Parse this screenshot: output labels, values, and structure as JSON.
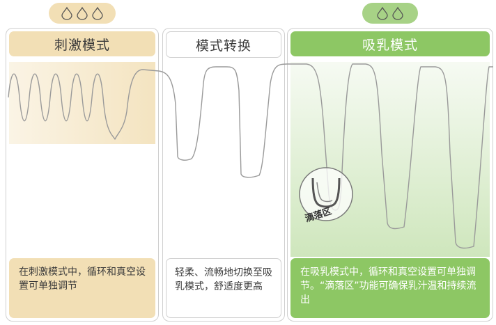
{
  "drops": {
    "stimulation": {
      "count": 3,
      "icon": "water-drop-outline-icon"
    },
    "suction": {
      "count": 2,
      "icon": "water-drop-outline-icon"
    }
  },
  "columns": {
    "stimulation": {
      "title": "刺激模式",
      "description": "在刺激模式中，循环和真空设置可单独调节"
    },
    "transition": {
      "title": "模式转换",
      "description": "轻柔、流畅地切换至吸乳模式，舒适度更高"
    },
    "suction": {
      "title": "吸乳模式",
      "description": "在吸乳模式中，循环和真空设置可单独调节。“滴落区”功能可确保乳汁温和持续流出"
    }
  },
  "drip_zone": {
    "label": "滴落区",
    "icon": "drip-zone-cup-icon"
  },
  "colors": {
    "beige": "#f2dfb5",
    "green": "#8dc764",
    "light_green": "#a7d286",
    "border": "#cfcfcf",
    "wave_line": "#9a9a9a"
  }
}
